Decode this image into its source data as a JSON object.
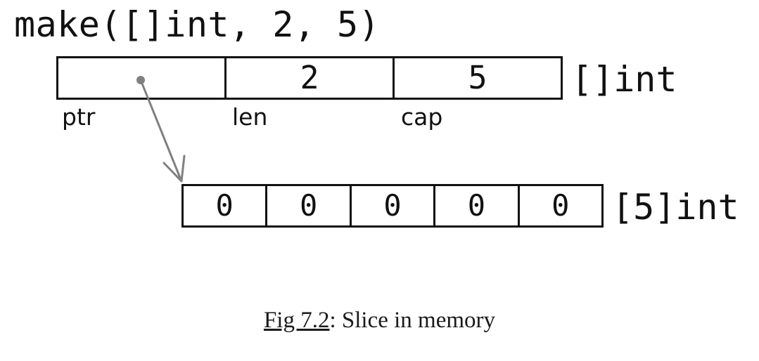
{
  "figure": {
    "call_expression": "make([]int, 2, 5)",
    "slice_header": {
      "type_label": "[]int",
      "fields": [
        {
          "name": "ptr",
          "value": ""
        },
        {
          "name": "len",
          "value": "2"
        },
        {
          "name": "cap",
          "value": "5"
        }
      ]
    },
    "backing_array": {
      "type_label": "[5]int",
      "elements": [
        "0",
        "0",
        "0",
        "0",
        "0"
      ]
    },
    "caption": {
      "ref": "Fig 7.2",
      "separator": ": ",
      "text": "Slice in memory"
    },
    "colors": {
      "pointer_arrow": "#808080",
      "box_stroke": "#111111"
    }
  }
}
